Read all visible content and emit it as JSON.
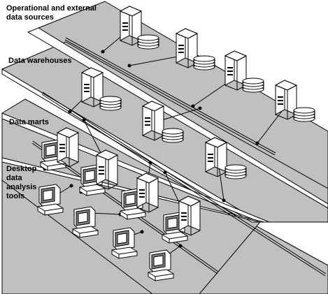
{
  "tiers": {
    "sources": {
      "label": "Operational and external\ndata sources"
    },
    "warehouses": {
      "label": "Data warehouses"
    },
    "marts": {
      "label": "Data marts"
    },
    "desktop": {
      "label": "Desktop\ndata\nanalysis\ntools"
    }
  },
  "colors": {
    "plane": "#c0c0c0",
    "ink": "#000000",
    "device": "#ffffff",
    "screen_frame": "#808080"
  }
}
